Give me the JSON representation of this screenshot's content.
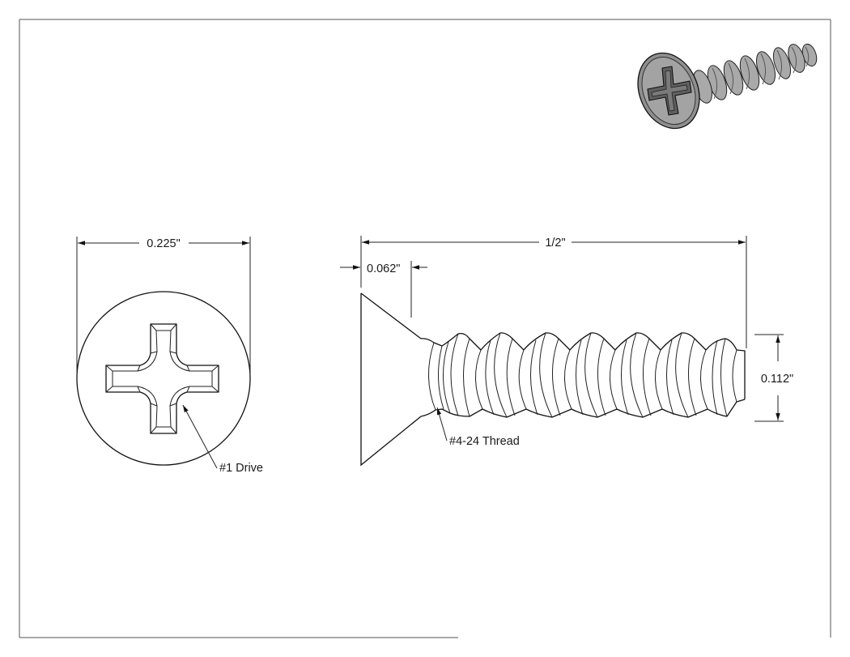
{
  "drawing": {
    "head_diameter": "0.225\"",
    "overall_length": "1/2\"",
    "head_height": "0.062\"",
    "shank_diameter": "0.112\"",
    "thread_callout": "#4-24 Thread",
    "drive_callout": "#1 Drive"
  },
  "colors": {
    "line": "#111111",
    "iso_fill": "#a9a9a9",
    "iso_dark": "#6e6e6e"
  },
  "icons": {
    "isometric_view": "screw-isometric-icon"
  }
}
